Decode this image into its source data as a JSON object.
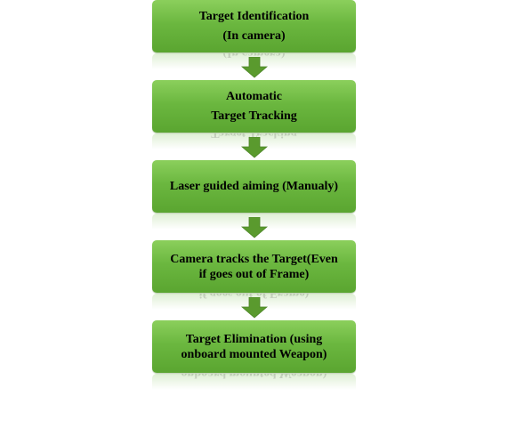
{
  "steps": [
    {
      "lines": [
        "Target Identification",
        "(In camera)"
      ]
    },
    {
      "lines": [
        "Automatic",
        "Target Tracking"
      ]
    },
    {
      "lines": [
        "Laser guided  aiming  (Manualy)"
      ]
    },
    {
      "lines": [
        "Camera tracks the Target(Even",
        "if goes out of  Frame)"
      ]
    },
    {
      "lines": [
        "Target Elimination  (using",
        "onboard  mounted  Weapon)"
      ]
    }
  ],
  "colors": {
    "box_fill": "#6bb73f",
    "arrow_fill": "#5a9a2e"
  }
}
